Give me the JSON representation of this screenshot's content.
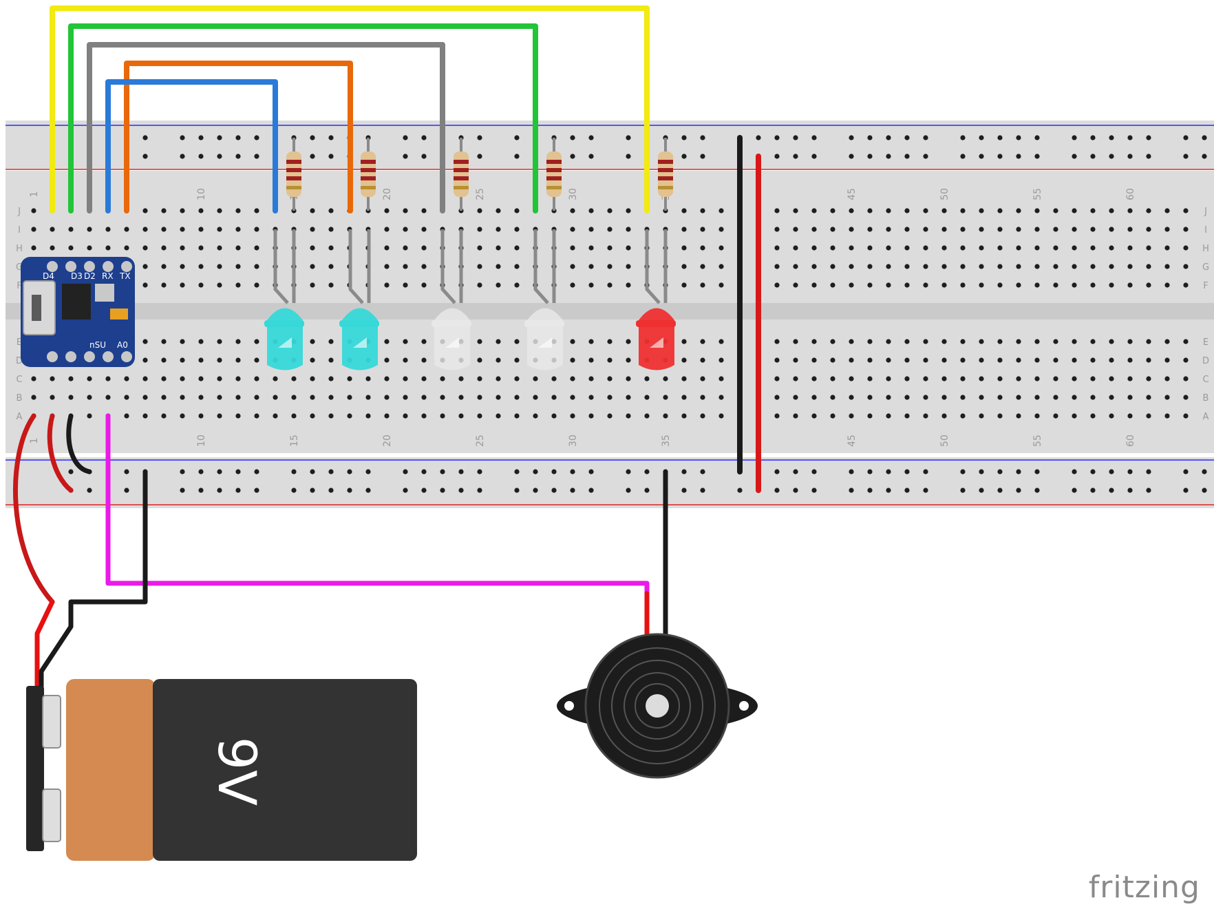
{
  "colors": {
    "board": "#dcdcdc",
    "rail_blue": "#2a2aff",
    "rail_red": "#e02020",
    "wire_yellow": "#f2ea10",
    "wire_green": "#22c438",
    "wire_gray": "#808080",
    "wire_orange": "#e8680a",
    "wire_blue": "#2a7ad8",
    "wire_black": "#1a1a1a",
    "wire_red": "#d81818",
    "wire_magenta": "#ea1ae8",
    "led_cyan": "#36d8d8",
    "led_white": "#e8e8e8",
    "led_red": "#ee3030",
    "mcu_blue": "#1e3f8e",
    "battery_orange": "#d48a50",
    "battery_dark": "#333333"
  },
  "breadboard": {
    "row_letters_top": [
      "J",
      "I",
      "H",
      "G",
      "F"
    ],
    "row_letters_bottom": [
      "E",
      "D",
      "C",
      "B",
      "A"
    ],
    "column_numbers": [
      "1",
      "10",
      "15",
      "20",
      "25",
      "30",
      "35",
      "45",
      "50",
      "55",
      "60"
    ]
  },
  "mcu": {
    "pin_labels": [
      "D4",
      "D3",
      "D2",
      "RX",
      "TX"
    ],
    "bottom_labels": [
      "nSU",
      "A0"
    ]
  },
  "components": {
    "leds": [
      "cyan",
      "cyan",
      "white",
      "white",
      "red"
    ],
    "resistor_count": 5,
    "buzzer": "piezo-buzzer",
    "battery_label": "9V"
  },
  "brand": "fritzing"
}
